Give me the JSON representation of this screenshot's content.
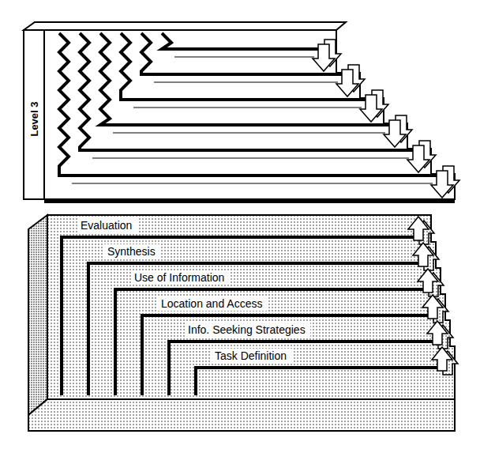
{
  "diagram": {
    "nodes": [
      {
        "text": [
          "Evaluation"
        ]
      },
      {
        "text": [
          "Synthesis"
        ]
      },
      {
        "text": [
          "Use of Information"
        ]
      },
      {
        "text": [
          "Location and Access"
        ]
      },
      {
        "text": [
          "Info. Seeking Strategies"
        ]
      },
      {
        "text": [
          "Task Definition"
        ]
      }
    ],
    "labels": [
      "Level 3"
    ]
  }
}
